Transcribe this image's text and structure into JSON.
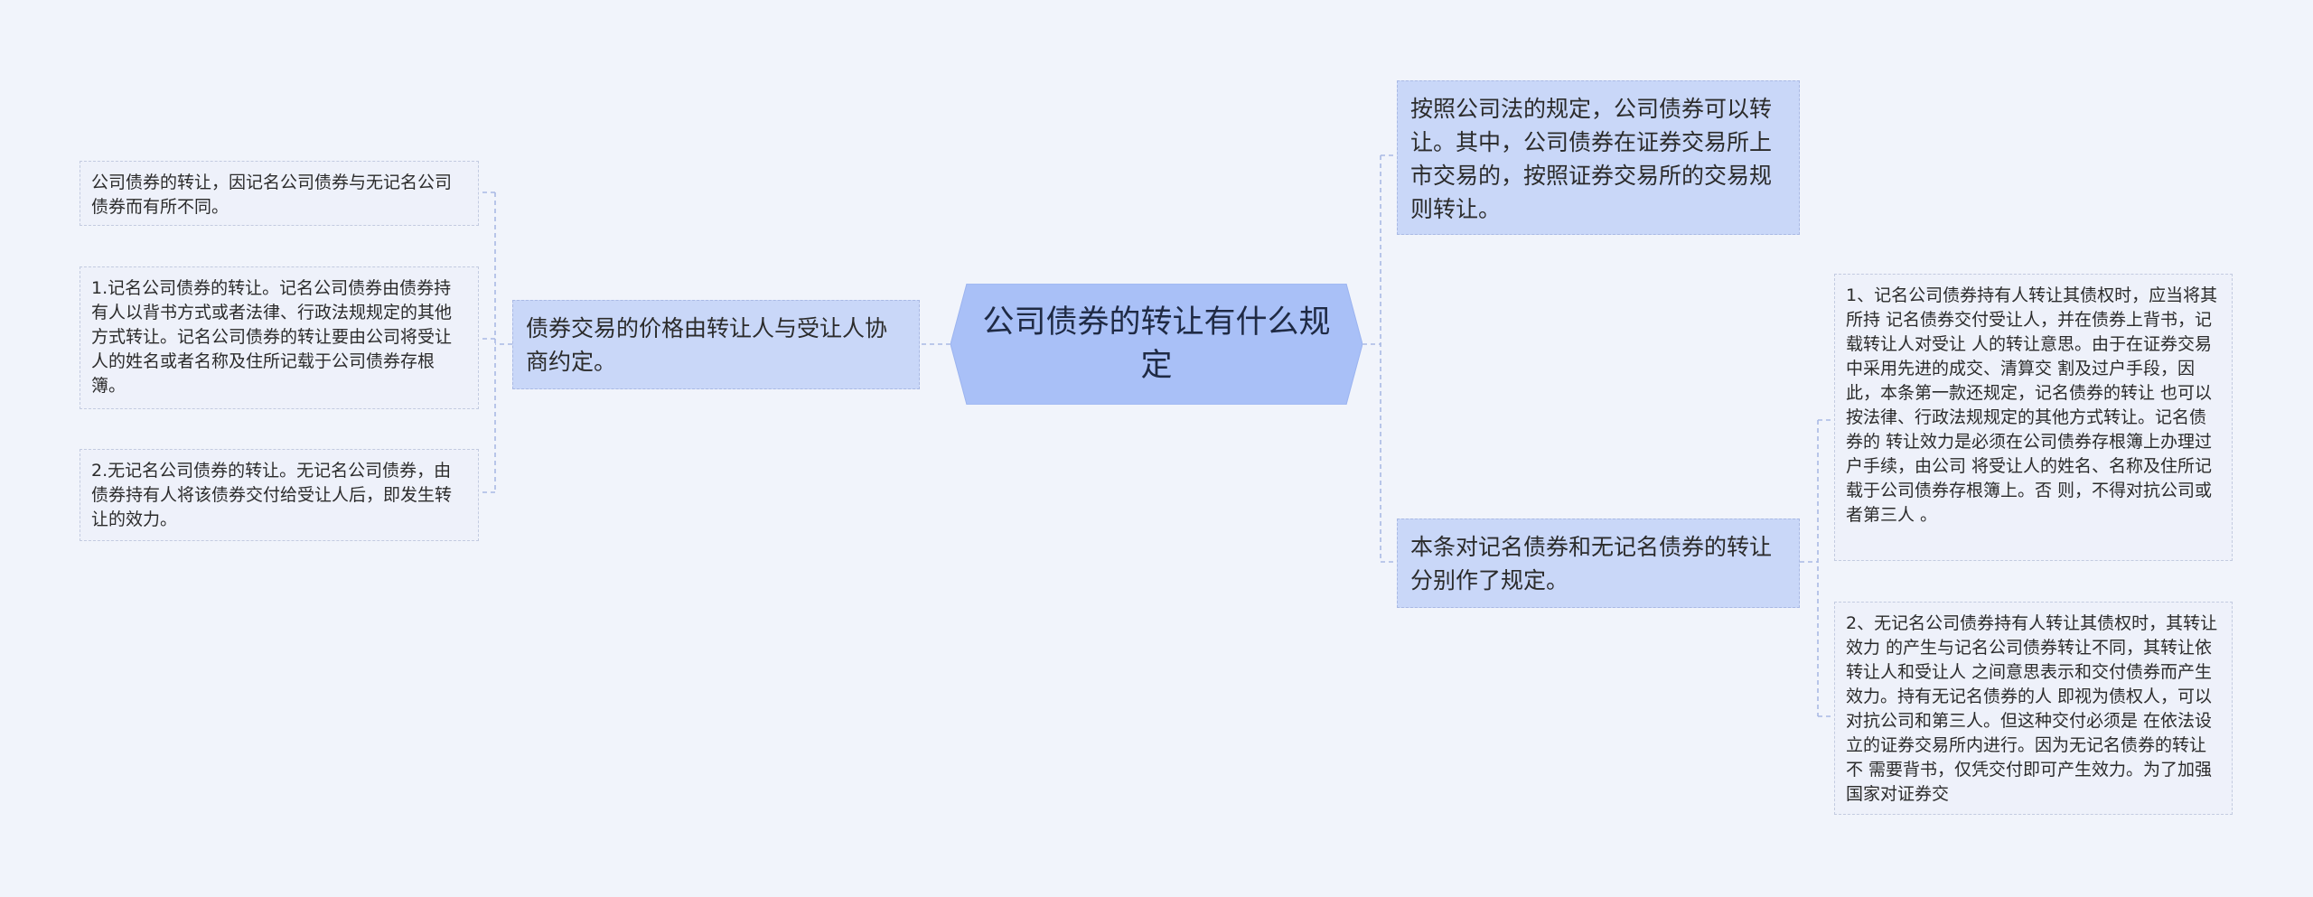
{
  "diagram": {
    "root": {
      "text": "公司债券的转让有什么规定"
    },
    "left": {
      "branch": {
        "text": "债券交易的价格由转让人与受让人协商约定。"
      },
      "leaves": [
        {
          "text": "公司债券的转让，因记名公司债券与无记名公司债券而有所不同。"
        },
        {
          "text": "1.记名公司债券的转让。记名公司债券由债券持有人以背书方式或者法律、行政法规规定的其他方式转让。记名公司债券的转让要由公司将受让人的姓名或者名称及住所记载于公司债券存根簿。"
        },
        {
          "text": "2.无记名公司债券的转让。无记名公司债券，由债券持有人将该债券交付给受让人后，即发生转让的效力。"
        }
      ]
    },
    "right": {
      "branches": [
        {
          "text": "按照公司法的规定，公司债券可以转让。其中，公司债券在证券交易所上市交易的，按照证券交易所的交易规则转让。"
        },
        {
          "text": "本条对记名债券和无记名债券的转让分别作了规定。"
        }
      ],
      "leaves": [
        {
          "text": "1、记名公司债券持有人转让其债权时，应当将其所持 记名债券交付受让人，并在债券上背书，记载转让人对受让  人的转让意思。由于在证券交易中采用先进的成交、清算交 割及过户手段，因此，本条第一款还规定，记名债券的转让 也可以按法律、行政法规规定的其他方式转让。记名债券的  转让效力是必须在公司债券存根簿上办理过户手续，由公司 将受让人的姓名、名称及住所记载于公司债券存根簿上。否 则，不得对抗公司或者第三人 。"
        },
        {
          "text": "2、无记名公司债券持有人转让其债权时，其转让效力 的产生与记名公司债券转让不同，其转让依转让人和受让人  之间意思表示和交付债券而产生效力。持有无记名债券的人 即视为债权人，可以对抗公司和第三人。但这种交付必须是 在依法设立的证券交易所内进行。因为无记名债券的转让不  需要背书，仅凭交付即可产生效力。为了加强国家对证券交"
        }
      ]
    }
  },
  "colors": {
    "background": "#f1f4fb",
    "root_fill": "#a9c0f7",
    "branch_fill": "#c9d7f8",
    "leaf_fill": "#eef1fa",
    "connector": "#a9b9e4"
  }
}
